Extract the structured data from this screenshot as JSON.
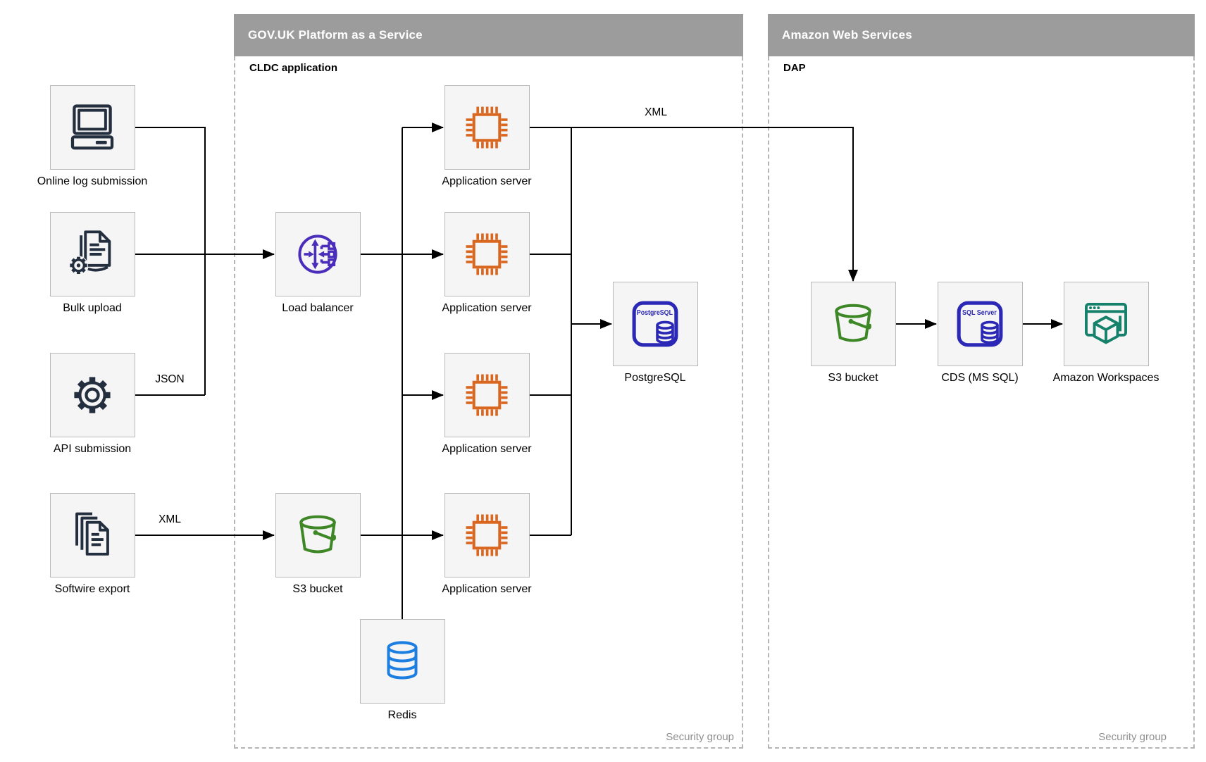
{
  "containers": {
    "paas": {
      "title": "GOV.UK Platform as a Service",
      "sublabel": "CLDC application",
      "footer": "Security group"
    },
    "aws": {
      "title": "Amazon Web Services",
      "sublabel": "DAP",
      "footer": "Security group"
    }
  },
  "nodes": {
    "online_log": {
      "label": "Online log submission",
      "icon": "computer-icon"
    },
    "bulk_upload": {
      "label": "Bulk upload",
      "icon": "document-gear-icon"
    },
    "api_submission": {
      "label": "API submission",
      "icon": "gear-icon"
    },
    "softwire_export": {
      "label": "Softwire export",
      "icon": "documents-stack-icon"
    },
    "load_balancer": {
      "label": "Load balancer",
      "icon": "load-balancer-icon"
    },
    "app_server_1": {
      "label": "Application server",
      "icon": "chip-icon"
    },
    "app_server_2": {
      "label": "Application server",
      "icon": "chip-icon"
    },
    "app_server_3": {
      "label": "Application server",
      "icon": "chip-icon"
    },
    "app_server_4": {
      "label": "Application server",
      "icon": "chip-icon"
    },
    "s3_paas": {
      "label": "S3 bucket",
      "icon": "bucket-icon"
    },
    "redis": {
      "label": "Redis",
      "icon": "database-icon"
    },
    "postgresql": {
      "label": "PostgreSQL",
      "badge": "PostgreSQL",
      "icon": "postgresql-icon"
    },
    "s3_aws": {
      "label": "S3 bucket",
      "icon": "bucket-icon"
    },
    "cds": {
      "label": "CDS (MS SQL)",
      "badge": "SQL Server",
      "icon": "sql-server-icon"
    },
    "workspaces": {
      "label": "Amazon Workspaces",
      "icon": "workspaces-icon"
    }
  },
  "edge_labels": {
    "json_api": "JSON",
    "xml_export": "XML",
    "xml_to_aws": "XML"
  },
  "colors": {
    "header_bg": "#9c9c9c",
    "header_text": "#ffffff",
    "node_bg": "#f5f5f5",
    "node_border": "#b9b9b9",
    "dashed_border": "#b5b5b5",
    "line": "#000000",
    "muted_text": "#8f8f8f",
    "navy": "#232f3e",
    "orange": "#d9671f",
    "purple": "#4b2dbb",
    "green": "#3e8726",
    "blue": "#1b7ee0",
    "indigo": "#2b28b5",
    "teal": "#16816a"
  }
}
